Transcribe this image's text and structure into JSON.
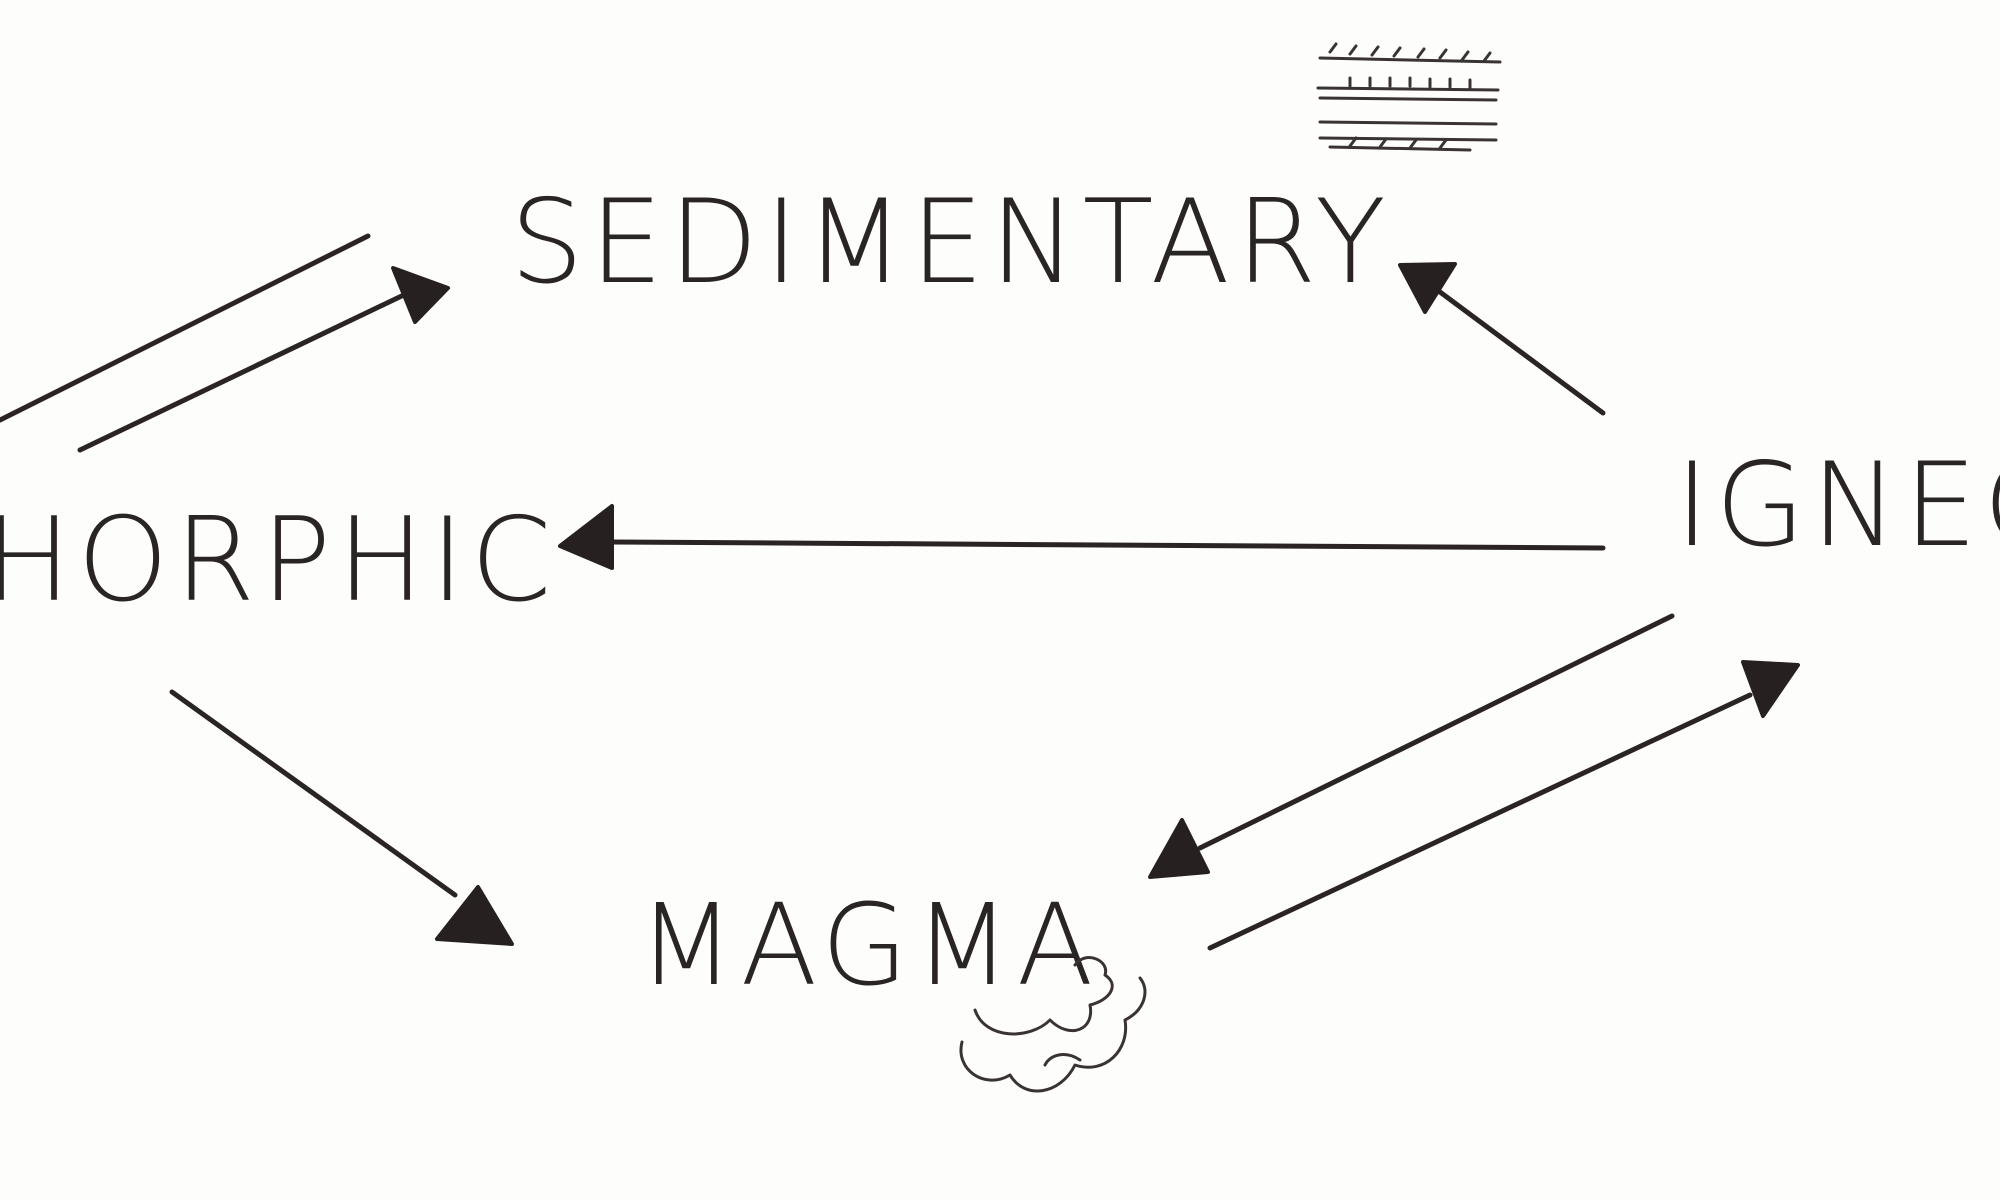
{
  "diagram": {
    "nodes": {
      "sedimentary": "SEDIMENTARY",
      "metamorphic": "HORPHIC",
      "igneous": "IGNEC",
      "magma": "MAGMA"
    },
    "edges": [
      {
        "from": "metamorphic",
        "to": "sedimentary"
      },
      {
        "from": "sedimentary",
        "to": "metamorphic"
      },
      {
        "from": "igneous",
        "to": "sedimentary"
      },
      {
        "from": "igneous",
        "to": "metamorphic"
      },
      {
        "from": "metamorphic",
        "to": "magma"
      },
      {
        "from": "igneous",
        "to": "magma"
      },
      {
        "from": "magma",
        "to": "igneous"
      }
    ],
    "icons": [
      "rock-strata-icon",
      "magma-cloud-icon"
    ],
    "colors": {
      "ink": "#2a2525",
      "paper": "#fdfdfc"
    }
  }
}
